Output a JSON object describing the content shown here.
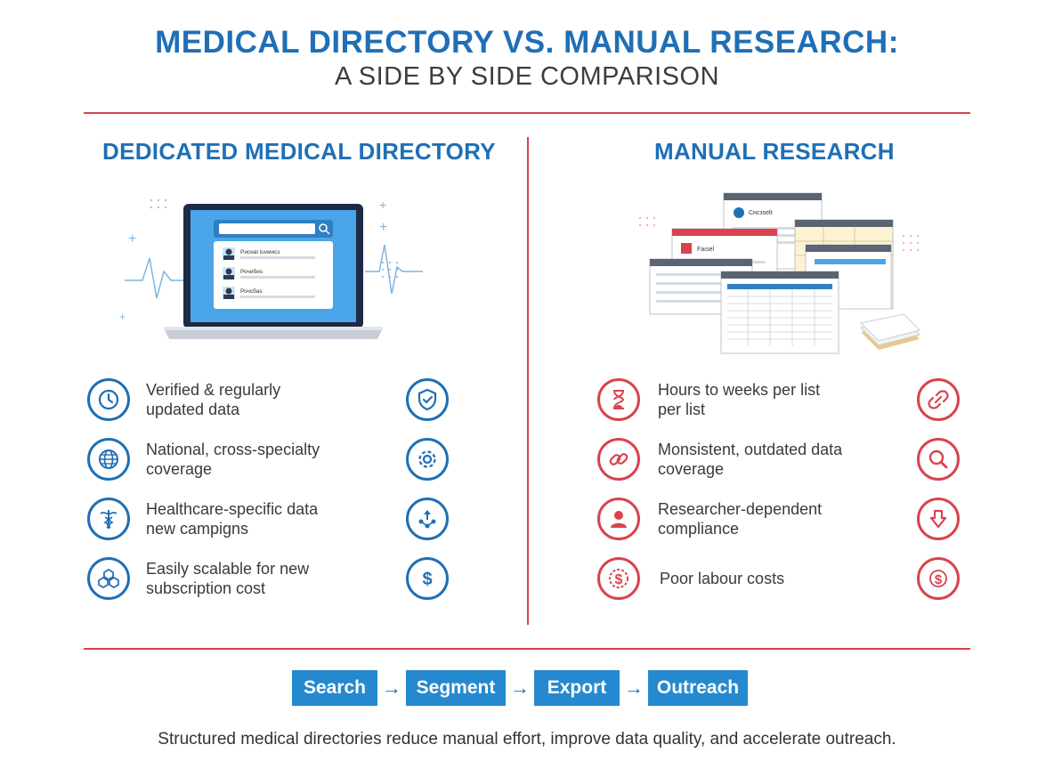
{
  "header": {
    "title": "MEDICAL DIRECTORY VS. MANUAL RESEARCH:",
    "subtitle": "A SIDE BY SIDE COMPARISON"
  },
  "left": {
    "heading": "DEDICATED MEDICAL DIRECTORY",
    "screen": {
      "rows": [
        "Рисиаl luvмисs",
        "Рочибиs",
        "Рочсбаs"
      ]
    },
    "items": [
      {
        "lines": [
          "Verified & regularly",
          "updated data"
        ],
        "icon": "clock-icon",
        "side_icon": "shield-check-icon"
      },
      {
        "lines": [
          "National, cross-specialty",
          "coverage"
        ],
        "icon": "globe-icon",
        "side_icon": "gear-icon"
      },
      {
        "lines": [
          "Healthcare-specific data",
          "new campigns"
        ],
        "icon": "caduceus-icon",
        "side_icon": "network-arrow-icon"
      },
      {
        "lines": [
          "Easily scalable for new",
          "subscription cost"
        ],
        "icon": "cubes-icon",
        "side_icon": "dollar-icon"
      }
    ]
  },
  "right": {
    "heading": "MANUAL RESEARCH",
    "windows": {
      "w1_title": "Cнсзselt",
      "w2_title": "Faısel"
    },
    "items": [
      {
        "lines": [
          "Hours to weeks per list",
          "per list"
        ],
        "icon": "hourglass-icon",
        "side_icon": "broken-link-icon"
      },
      {
        "lines": [
          "Monsistent, outdated data",
          "coverage"
        ],
        "icon": "link-icon",
        "side_icon": "magnifier-icon"
      },
      {
        "lines": [
          "Researcher-dependent",
          "compliance"
        ],
        "icon": "person-icon",
        "side_icon": "down-arrow-icon"
      },
      {
        "lines": [
          "Poor labour costs"
        ],
        "icon": "dollar-coin-icon",
        "side_icon": "dollar-icon"
      }
    ]
  },
  "flow": {
    "steps": [
      "Search",
      "Segment",
      "Export",
      "Outreach"
    ],
    "arrow": "→"
  },
  "footer": "Structured medical directories reduce manual effort, improve data quality, and accelerate outreach.",
  "colors": {
    "blue": "#1f6fb5",
    "red": "#d9434d",
    "flow_blue": "#2589cf"
  }
}
